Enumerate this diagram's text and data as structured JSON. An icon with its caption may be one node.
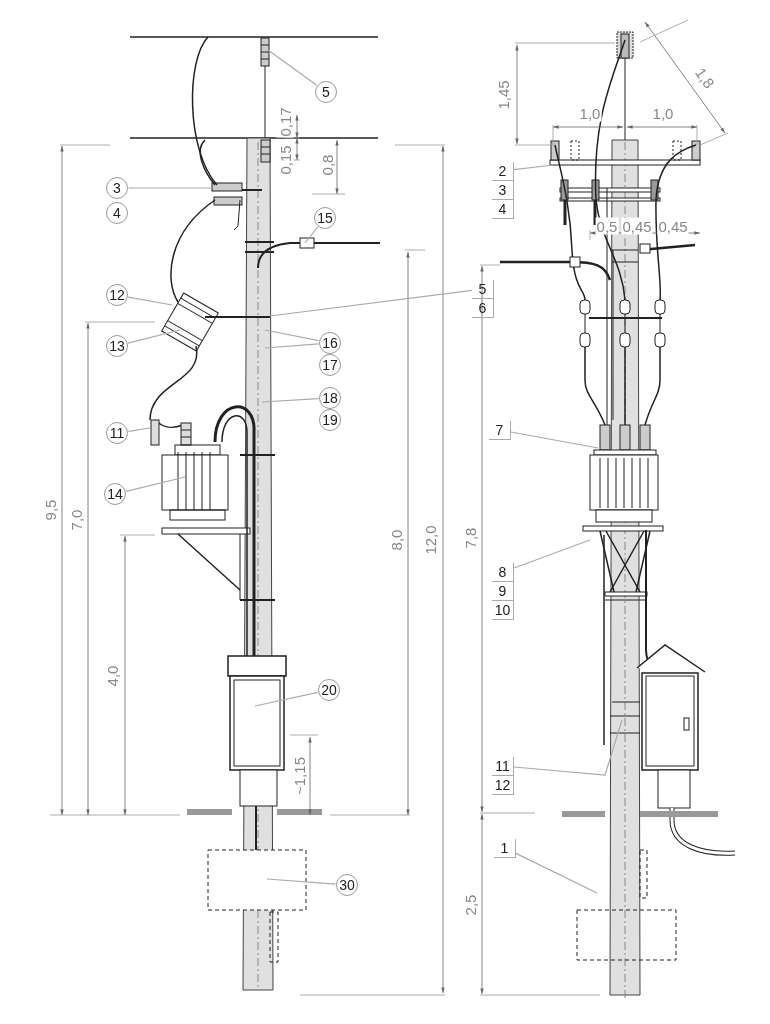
{
  "diagram": {
    "nodes": [
      {
        "text": [
          "5"
        ]
      },
      {
        "text": [
          "3"
        ]
      },
      {
        "text": [
          "4"
        ]
      },
      {
        "text": [
          "15"
        ]
      },
      {
        "text": [
          "12"
        ]
      },
      {
        "text": [
          "13"
        ]
      },
      {
        "text": [
          "16"
        ]
      },
      {
        "text": [
          "17"
        ]
      },
      {
        "text": [
          "18"
        ]
      },
      {
        "text": [
          "19"
        ]
      },
      {
        "text": [
          "11"
        ]
      },
      {
        "text": [
          "14"
        ]
      },
      {
        "text": [
          "20"
        ]
      },
      {
        "text": [
          "30"
        ]
      },
      {
        "text": [
          "2"
        ]
      },
      {
        "text": [
          "3"
        ]
      },
      {
        "text": [
          "4"
        ]
      },
      {
        "text": [
          "5"
        ]
      },
      {
        "text": [
          "6"
        ]
      },
      {
        "text": [
          "7"
        ]
      },
      {
        "text": [
          "8"
        ]
      },
      {
        "text": [
          "9"
        ]
      },
      {
        "text": [
          "10"
        ]
      },
      {
        "text": [
          "11"
        ]
      },
      {
        "text": [
          "12"
        ]
      },
      {
        "text": [
          "1"
        ]
      }
    ],
    "edges": [
      {
        "from": 0,
        "to": null,
        "arrow": "none"
      },
      {
        "from": 1,
        "to": null,
        "arrow": "none"
      },
      {
        "from": 3,
        "to": null,
        "arrow": "none"
      },
      {
        "from": 4,
        "to": null,
        "arrow": "none"
      },
      {
        "from": 5,
        "to": null,
        "arrow": "none"
      },
      {
        "from": 6,
        "to": null,
        "arrow": "none"
      },
      {
        "from": 6,
        "to": null,
        "arrow": "none"
      },
      {
        "from": 8,
        "to": null,
        "arrow": "none"
      },
      {
        "from": 10,
        "to": null,
        "arrow": "none"
      },
      {
        "from": 11,
        "to": null,
        "arrow": "none"
      },
      {
        "from": 12,
        "to": null,
        "arrow": "none"
      },
      {
        "from": 13,
        "to": null,
        "arrow": "none"
      },
      {
        "from": 14,
        "to": null,
        "arrow": "none"
      },
      {
        "from": 17,
        "to": null,
        "arrow": "none"
      },
      {
        "from": 19,
        "to": null,
        "arrow": "none"
      },
      {
        "from": 20,
        "to": null,
        "arrow": "none"
      },
      {
        "from": 23,
        "to": null,
        "arrow": "none"
      },
      {
        "from": 25,
        "to": null,
        "arrow": "none"
      }
    ],
    "labels": [
      "0,17",
      "0,15",
      "0,8",
      "9,5",
      "7,0",
      "4,0",
      "8,0",
      "12,0",
      "~1,15",
      "1,45",
      "1,0",
      "1,0",
      "1,8",
      "0,5",
      "0,45",
      "0,45",
      "7,8",
      "2,5"
    ]
  }
}
